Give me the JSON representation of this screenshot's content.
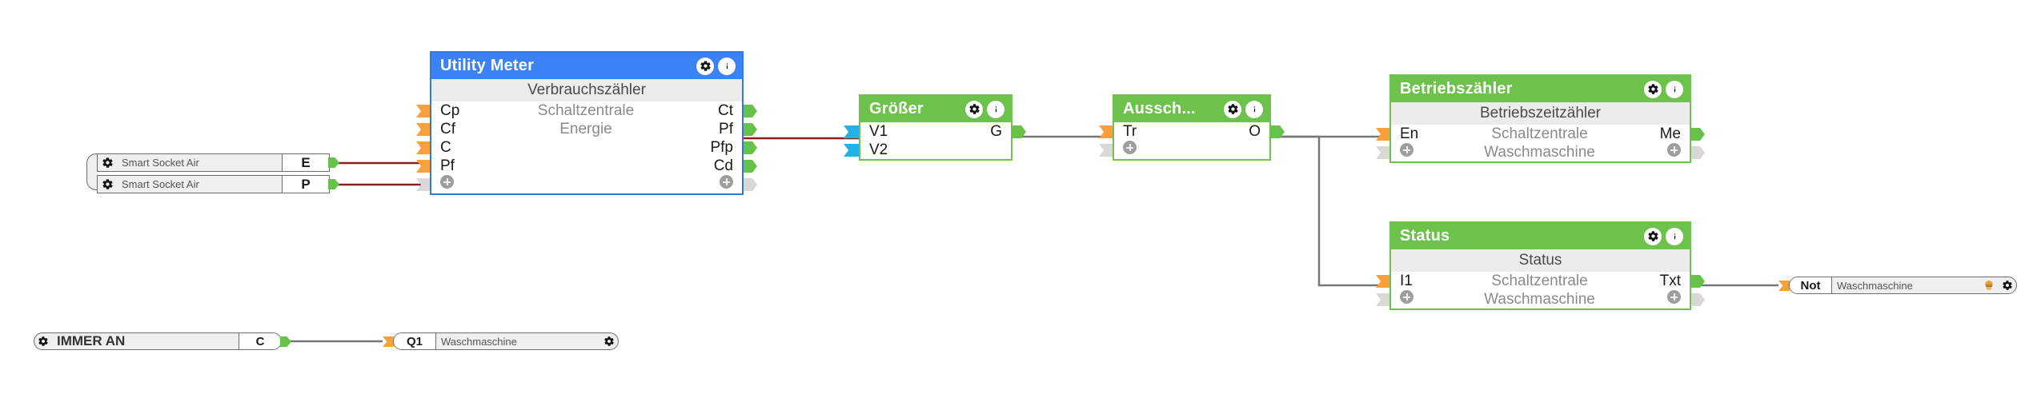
{
  "colors": {
    "blue_header": "#3b82f6",
    "green_header": "#6cc24a",
    "port_in": "#f7a03c",
    "port_in_cyan": "#22b2e6",
    "port_out": "#67c24a",
    "wire_signal": "#8b2020",
    "wire_logic": "#777777",
    "subtitle_bg": "#ececec"
  },
  "nodes": {
    "utility_meter": {
      "title": "Utility Meter",
      "subtitle": "Verbrauchszähler",
      "mid_lines": [
        "Schaltzentrale",
        "Energie"
      ],
      "inputs": [
        "Cp",
        "Cf",
        "C",
        "Pf"
      ],
      "outputs": [
        "Ct",
        "Pf",
        "Pfp",
        "Cd"
      ],
      "gear_icon": "gear-icon",
      "info_icon": "info-icon",
      "add_input_icon": "plus-icon",
      "add_output_icon": "plus-icon"
    },
    "groesser": {
      "title": "Größer",
      "inputs": [
        "V1",
        "V2"
      ],
      "outputs": [
        "G"
      ],
      "gear_icon": "gear-icon",
      "info_icon": "info-icon"
    },
    "ausschalt": {
      "title": "Aussch...",
      "inputs": [
        "Tr"
      ],
      "outputs": [
        "O"
      ],
      "gear_icon": "gear-icon",
      "info_icon": "info-icon",
      "add_input_icon": "plus-icon"
    },
    "betriebszaehler": {
      "title": "Betriebszähler",
      "subtitle": "Betriebszeitzähler",
      "mid_lines": [
        "Schaltzentrale",
        "Waschmaschine"
      ],
      "inputs": [
        "En"
      ],
      "outputs": [
        "Me"
      ],
      "gear_icon": "gear-icon",
      "info_icon": "info-icon",
      "add_input_icon": "plus-icon",
      "add_output_icon": "plus-icon"
    },
    "status": {
      "title": "Status",
      "subtitle": "Status",
      "mid_lines": [
        "Schaltzentrale",
        "Waschmaschine"
      ],
      "inputs": [
        "I1"
      ],
      "outputs": [
        "Txt"
      ],
      "gear_icon": "gear-icon",
      "info_icon": "info-icon",
      "add_input_icon": "plus-icon",
      "add_output_icon": "plus-icon"
    },
    "socket_energy": {
      "label": "Smart Socket Air",
      "tag": "E",
      "gear_icon": "gear-icon"
    },
    "socket_power": {
      "label": "Smart Socket Air",
      "tag": "P",
      "gear_icon": "gear-icon"
    },
    "immer_an": {
      "label": "IMMER AN",
      "tag": "C",
      "gear_icon": "gear-icon"
    },
    "q1": {
      "tag": "Q1",
      "label": "Waschmaschine",
      "gear_icon": "gear-icon"
    },
    "not": {
      "tag": "Not",
      "label": "Waschmaschine",
      "lamp_icon": "lamp-icon",
      "gear_icon": "gear-icon"
    }
  }
}
